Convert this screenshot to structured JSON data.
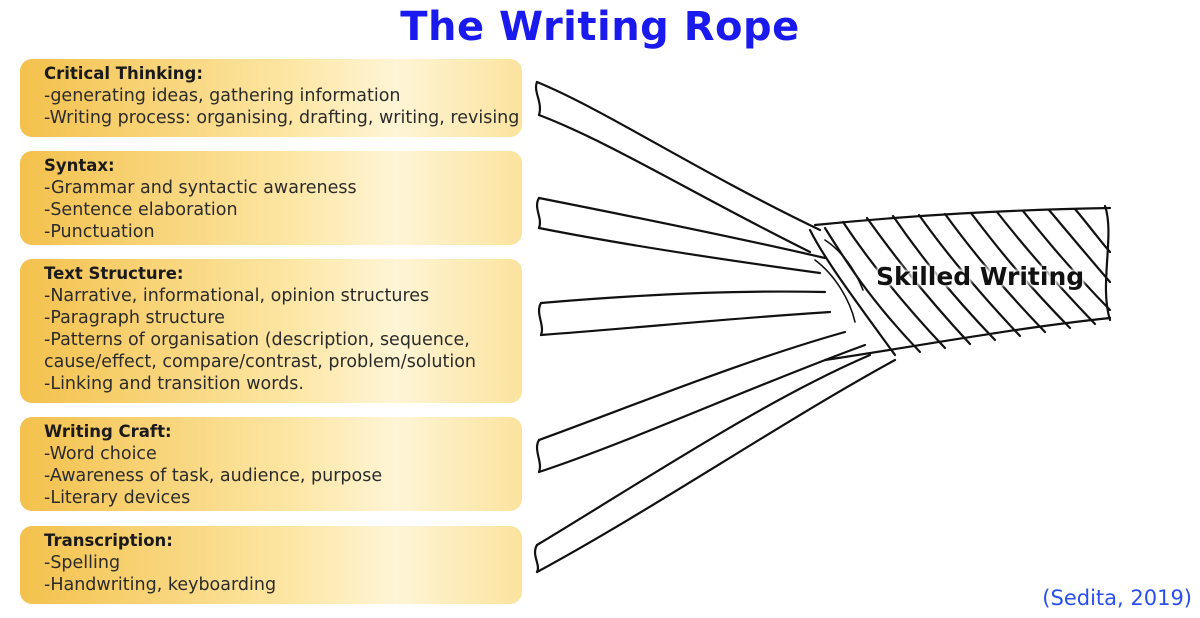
{
  "title": "The Writing Rope",
  "rope_label": "Skilled Writing",
  "citation": "(Sedita, 2019)",
  "colors": {
    "title": "#1a1aee",
    "box_gold": "#f3c14c",
    "box_light": "#fef5d6",
    "citation": "#2a4ff0"
  },
  "strands": [
    {
      "heading": "Critical Thinking:",
      "items": [
        "-generating ideas, gathering information",
        "-Writing process: organising, drafting, writing, revising"
      ]
    },
    {
      "heading": "Syntax:",
      "items": [
        "-Grammar and syntactic awareness",
        "-Sentence elaboration",
        "-Punctuation"
      ]
    },
    {
      "heading": "Text Structure:",
      "items": [
        "-Narrative, informational, opinion structures",
        "-Paragraph structure",
        "-Patterns of organisation (description, sequence,",
        "cause/effect, compare/contrast, problem/solution",
        "-Linking and transition words."
      ]
    },
    {
      "heading": "Writing Craft:",
      "items": [
        "-Word choice",
        "-Awareness of task, audience, purpose",
        "-Literary devices"
      ]
    },
    {
      "heading": "Transcription:",
      "items": [
        "-Spelling",
        "-Handwriting, keyboarding"
      ]
    }
  ]
}
